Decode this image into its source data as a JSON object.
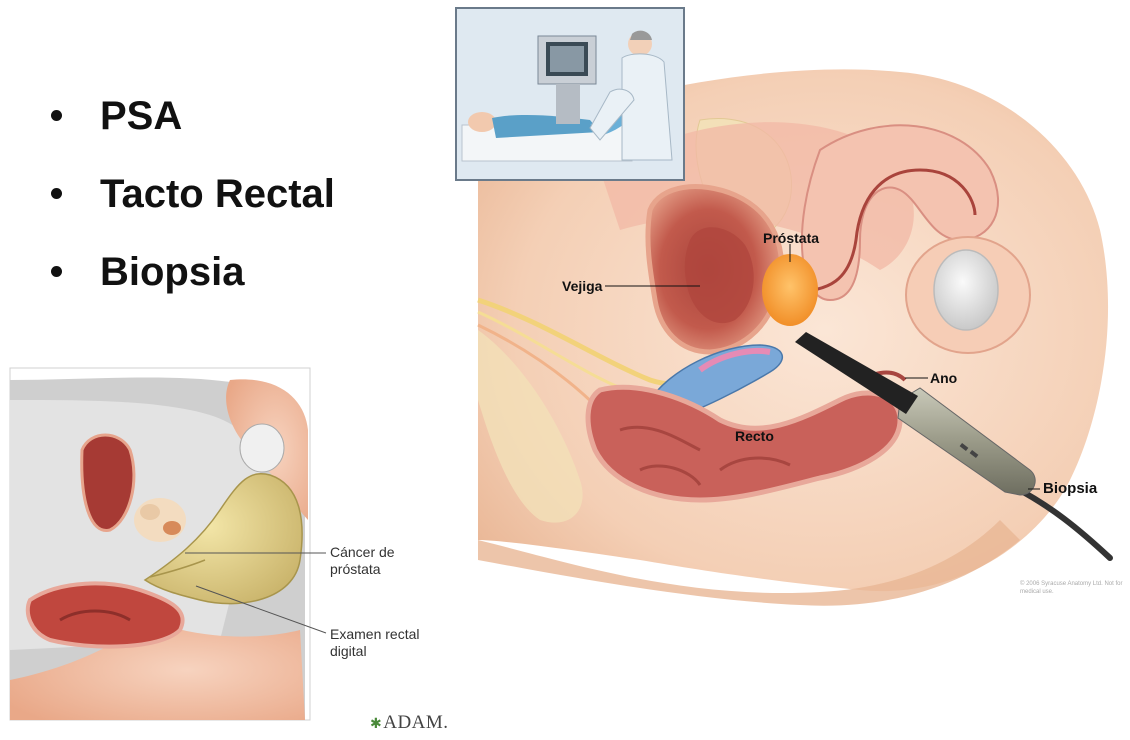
{
  "bullets": [
    {
      "label": "PSA"
    },
    {
      "label": "Tacto Rectal"
    },
    {
      "label": "Biopsia"
    }
  ],
  "main_figure": {
    "labels": {
      "prostate": "Próstata",
      "bladder": "Vejiga",
      "anus": "Ano",
      "rectum": "Recto",
      "biopsy": "Biopsia"
    },
    "copyright": "© 2006 Syracuse Anatomy Ltd. Not for medical use."
  },
  "inset_figure": {
    "labels": {
      "cancer_line1": "Cáncer de",
      "cancer_line2": "próstata",
      "exam_line1": "Examen rectal",
      "exam_line2": "digital"
    }
  },
  "brand": {
    "logo_text": "ADAM."
  },
  "colors": {
    "skin": "#f6d5be",
    "tissue_pink": "#e8a89a",
    "bladder": "#c0564a",
    "prostate": "#f2962e",
    "rectum": "#c9615a",
    "probe_tip": "#222222",
    "probe_body": "#9a9a8a",
    "vessel_blue": "#7aa8d8",
    "nerve_yellow": "#f2d27a"
  }
}
